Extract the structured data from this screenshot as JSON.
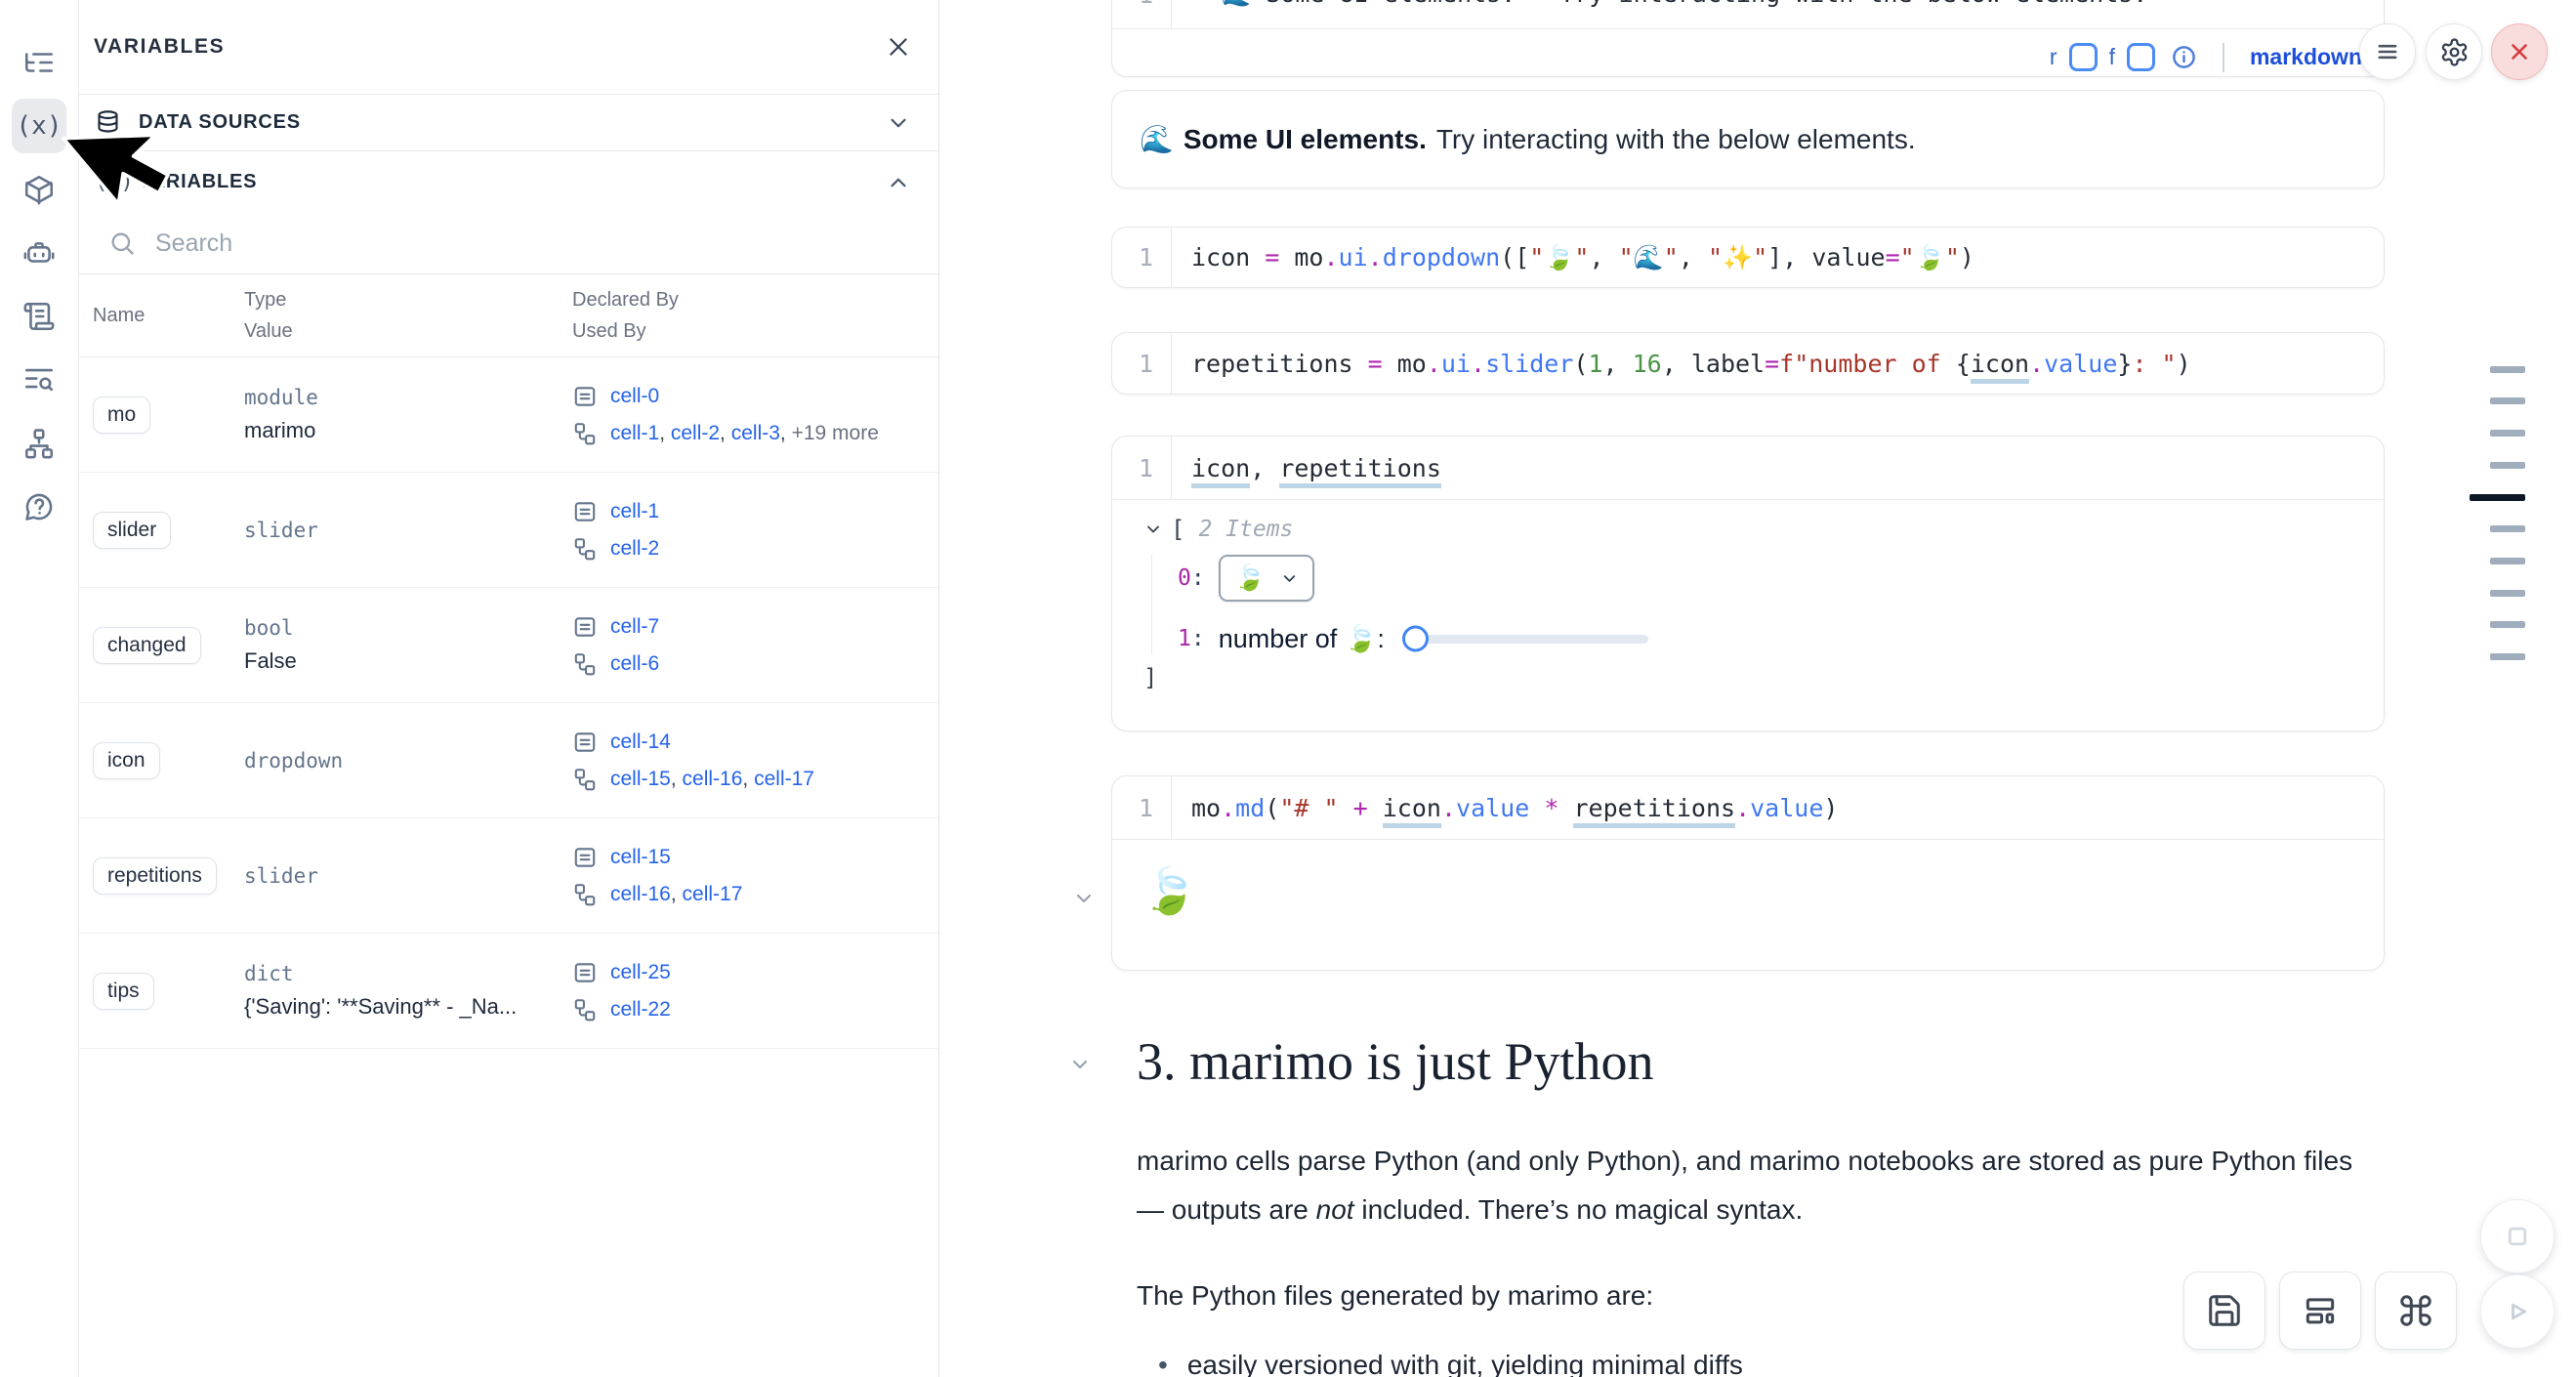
{
  "glyphs": {
    "variables": "(x)"
  },
  "rail": {
    "icons": [
      "file-tree",
      "variables",
      "package",
      "ai-assistant",
      "scroll-logs",
      "text-search",
      "dependency-graph",
      "help"
    ]
  },
  "panel": {
    "title": "VARIABLES",
    "sections": {
      "data_sources": "DATA SOURCES",
      "variables": "VARIABLES"
    },
    "search_placeholder": "Search",
    "table": {
      "headers": {
        "name": "Name",
        "type": "Type",
        "value": "Value",
        "declared": "Declared By",
        "used": "Used By"
      },
      "rows": [
        {
          "name": "mo",
          "type": "module",
          "value": "marimo",
          "declared": [
            "cell-0"
          ],
          "used": [
            "cell-1",
            "cell-2",
            "cell-3"
          ],
          "used_more": "+19 more"
        },
        {
          "name": "slider",
          "type": "slider",
          "value": "",
          "declared": [
            "cell-1"
          ],
          "used": [
            "cell-2"
          ]
        },
        {
          "name": "changed",
          "type": "bool",
          "value": "False",
          "declared": [
            "cell-7"
          ],
          "used": [
            "cell-6"
          ]
        },
        {
          "name": "icon",
          "type": "dropdown",
          "value": "",
          "declared": [
            "cell-14"
          ],
          "used": [
            "cell-15",
            "cell-16",
            "cell-17"
          ]
        },
        {
          "name": "repetitions",
          "type": "slider",
          "value": "",
          "declared": [
            "cell-15"
          ],
          "used": [
            "cell-16",
            "cell-17"
          ]
        },
        {
          "name": "tips",
          "type": "dict",
          "value": "{'Saving': '**Saving** - _Na...",
          "declared": [
            "cell-25"
          ],
          "used": [
            "cell-22"
          ]
        }
      ]
    }
  },
  "notebook": {
    "cells": {
      "top": {
        "line": "1",
        "tokens": [
          {
            "t": "**🌊 Some UI elements.** Try interacting with the below elements.",
            "c": "p"
          }
        ]
      },
      "dropdown": {
        "line": "1",
        "tokens": [
          {
            "t": "icon ",
            "c": "p"
          },
          {
            "t": "=",
            "c": "o"
          },
          {
            "t": " mo",
            "c": "p"
          },
          {
            "t": ".",
            "c": "o"
          },
          {
            "t": "ui",
            "c": "a"
          },
          {
            "t": ".",
            "c": "o"
          },
          {
            "t": "dropdown",
            "c": "a"
          },
          {
            "t": "([",
            "c": "p"
          },
          {
            "t": "\"🍃\"",
            "c": "s"
          },
          {
            "t": ", ",
            "c": "p"
          },
          {
            "t": "\"🌊\"",
            "c": "s"
          },
          {
            "t": ", ",
            "c": "p"
          },
          {
            "t": "\"✨\"",
            "c": "s"
          },
          {
            "t": "], value",
            "c": "p"
          },
          {
            "t": "=",
            "c": "o"
          },
          {
            "t": "\"🍃\"",
            "c": "s"
          },
          {
            "t": ")",
            "c": "p"
          }
        ]
      },
      "slider": {
        "line": "1",
        "tokens": [
          {
            "t": "repetitions ",
            "c": "p"
          },
          {
            "t": "=",
            "c": "o"
          },
          {
            "t": " mo",
            "c": "p"
          },
          {
            "t": ".",
            "c": "o"
          },
          {
            "t": "ui",
            "c": "a"
          },
          {
            "t": ".",
            "c": "o"
          },
          {
            "t": "slider",
            "c": "a"
          },
          {
            "t": "(",
            "c": "p"
          },
          {
            "t": "1",
            "c": "n"
          },
          {
            "t": ", ",
            "c": "p"
          },
          {
            "t": "16",
            "c": "n"
          },
          {
            "t": ", label",
            "c": "p"
          },
          {
            "t": "=",
            "c": "o"
          },
          {
            "t": "f\"number of ",
            "c": "s"
          },
          {
            "t": "{",
            "c": "p"
          },
          {
            "t": "icon",
            "c": "u"
          },
          {
            "t": ".",
            "c": "o"
          },
          {
            "t": "value",
            "c": "a"
          },
          {
            "t": "}",
            "c": "p"
          },
          {
            "t": ": \"",
            "c": "s"
          },
          {
            "t": ")",
            "c": "p"
          }
        ]
      },
      "tuple": {
        "line": "1",
        "tokens": [
          {
            "t": "icon",
            "c": "u"
          },
          {
            "t": ", ",
            "c": "p"
          },
          {
            "t": "repetitions",
            "c": "u"
          }
        ]
      },
      "md": {
        "line": "1",
        "tokens": [
          {
            "t": "mo",
            "c": "p"
          },
          {
            "t": ".",
            "c": "o"
          },
          {
            "t": "md",
            "c": "a"
          },
          {
            "t": "(",
            "c": "p"
          },
          {
            "t": "\"# \"",
            "c": "s"
          },
          {
            "t": " ",
            "c": "p"
          },
          {
            "t": "+",
            "c": "o"
          },
          {
            "t": " ",
            "c": "p"
          },
          {
            "t": "icon",
            "c": "u"
          },
          {
            "t": ".",
            "c": "o"
          },
          {
            "t": "value",
            "c": "a"
          },
          {
            "t": " ",
            "c": "p"
          },
          {
            "t": "*",
            "c": "o"
          },
          {
            "t": " ",
            "c": "p"
          },
          {
            "t": "repetitions",
            "c": "u"
          },
          {
            "t": ".",
            "c": "o"
          },
          {
            "t": "value",
            "c": "a"
          },
          {
            "t": ")",
            "c": "p"
          }
        ]
      }
    },
    "cell_footer": {
      "r": "r",
      "f": "f",
      "mode": "markdown"
    },
    "ui_md": {
      "lead_emoji": "🌊",
      "bold": "Some UI elements.",
      "rest": "Try interacting with the below elements."
    },
    "list_output": {
      "open": "[",
      "count_label": "2 Items",
      "index0": "0",
      "index1": "1",
      "colon": ":",
      "dropdown_value": "🍃",
      "slider_label": "number of 🍃: ",
      "close": "]"
    },
    "md_output_emoji": "🍃",
    "section3": {
      "heading": "3. marimo is just Python",
      "para1": [
        {
          "t": "marimo cells parse Python (and only Python), and marimo notebooks are stored as pure Python files",
          "c": "t"
        },
        {
          "c": "br"
        },
        {
          "t": "— outputs are ",
          "c": "t"
        },
        {
          "t": "not",
          "c": "i"
        },
        {
          "t": " included. There’s no magical syntax.",
          "c": "t"
        }
      ],
      "para2": "The Python files generated by marimo are:",
      "bullet": "easily versioned with git, yielding minimal diffs"
    }
  },
  "minimap": {
    "total_marks": 10,
    "active_mark_index": 4
  }
}
